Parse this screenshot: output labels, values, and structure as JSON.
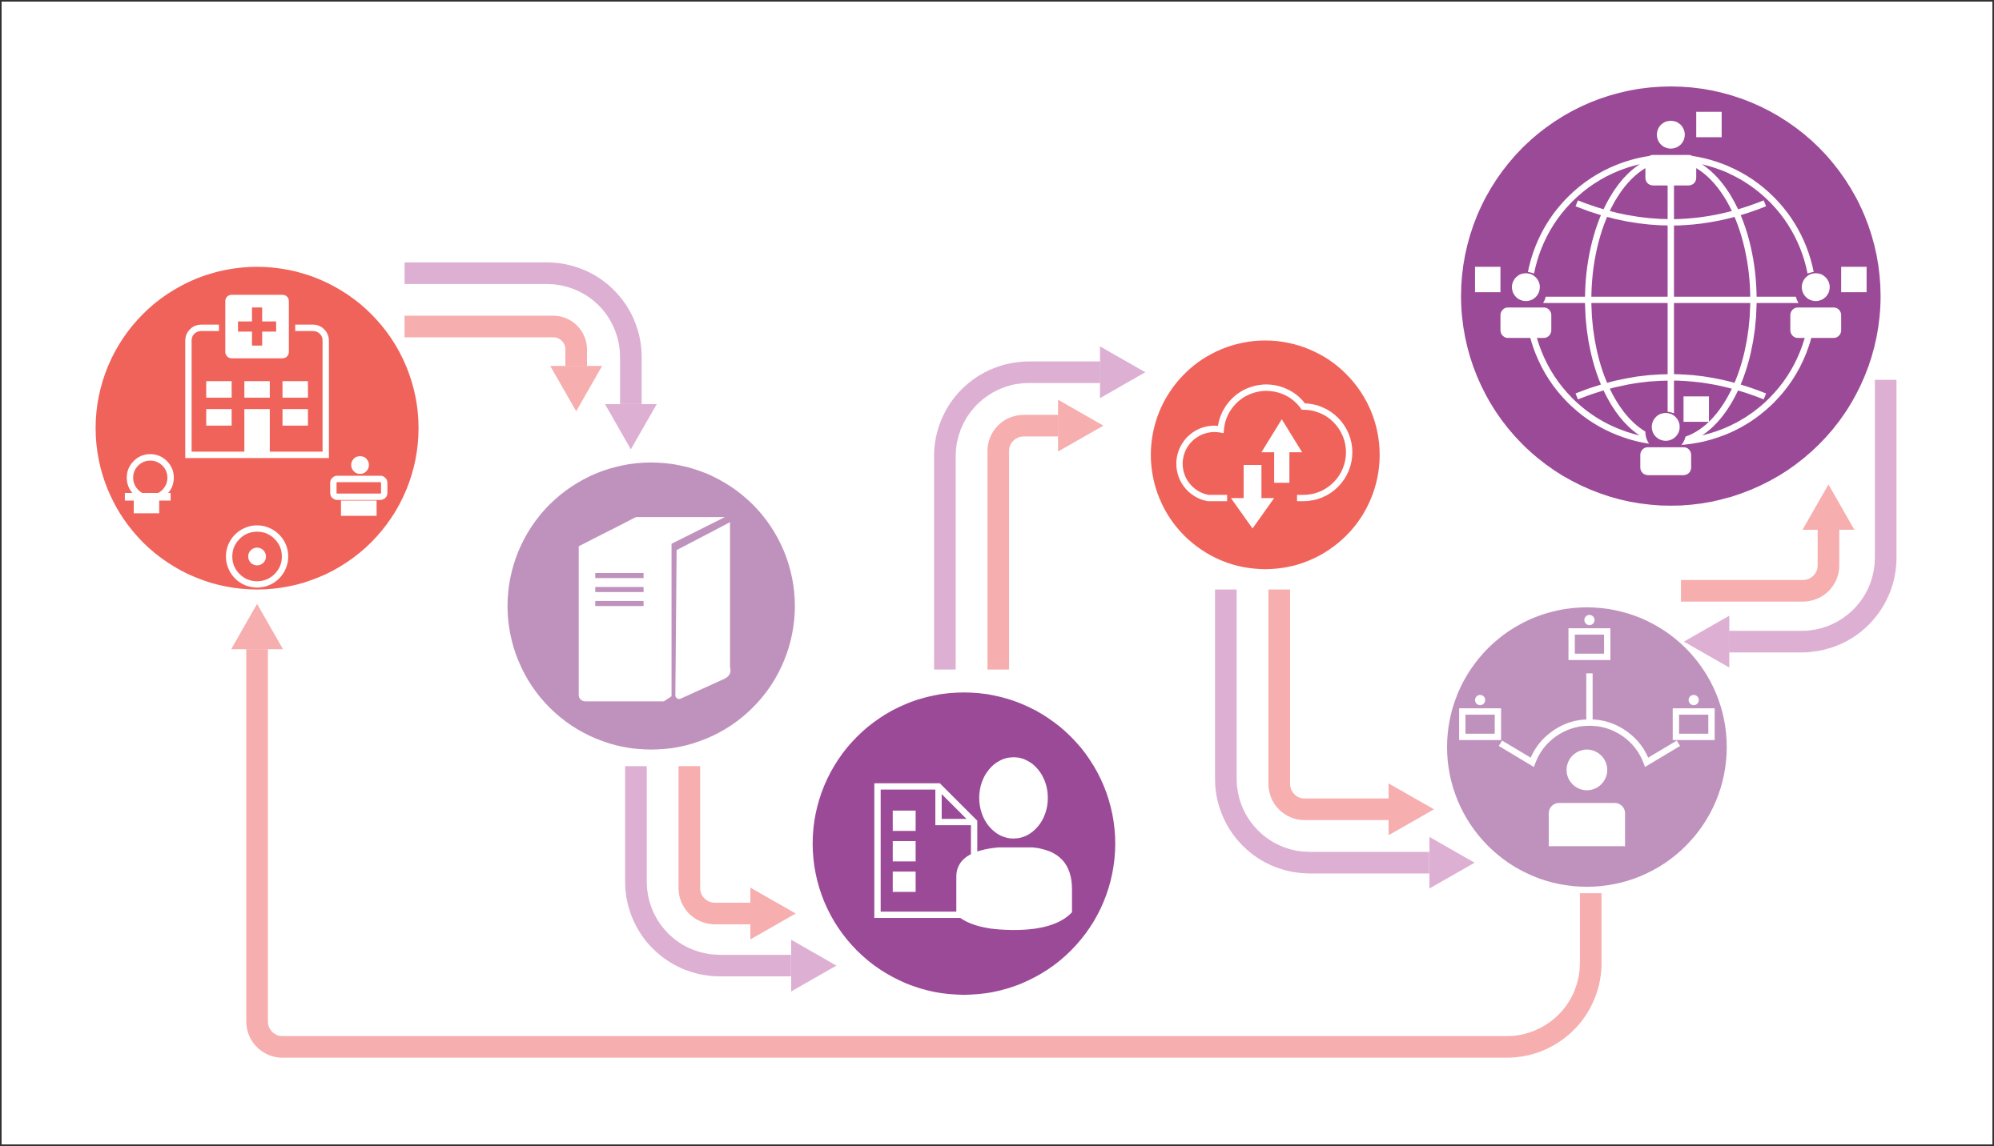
{
  "colors": {
    "coral": "#F0635A",
    "light_purple": "#BF92BD",
    "dark_purple": "#9B4A97",
    "arrow_pink": "#F7AEAE",
    "arrow_lavender": "#DDB0D3",
    "icon": "#FFFFFF"
  },
  "nodes": [
    {
      "id": "hospital",
      "icon": "hospital-icon",
      "color": "coral"
    },
    {
      "id": "server",
      "icon": "server-icon",
      "color": "light_purple"
    },
    {
      "id": "report-review",
      "icon": "checklist-person-icon",
      "color": "dark_purple"
    },
    {
      "id": "cloud",
      "icon": "cloud-upload-download-icon",
      "color": "coral"
    },
    {
      "id": "global-network",
      "icon": "globe-doctors-icon",
      "color": "dark_purple"
    },
    {
      "id": "radiologist-network",
      "icon": "radiologist-network-icon",
      "color": "light_purple"
    }
  ]
}
